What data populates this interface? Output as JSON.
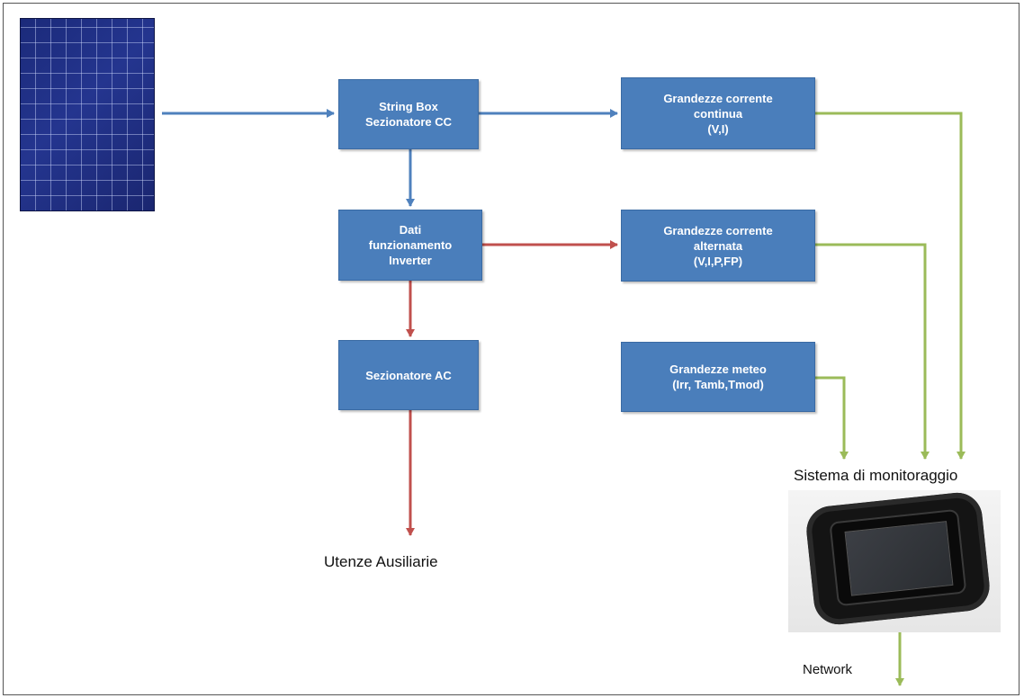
{
  "colors": {
    "box_fill": "#4a7ebb",
    "dc_arrow": "#4f81bd",
    "ac_arrow": "#c0504d",
    "data_arrow": "#9bbb59"
  },
  "images": {
    "solar_panel": "solar-panel-image",
    "monitoring_device": "monitoring-device-image"
  },
  "boxes": {
    "string_box": [
      "String Box",
      "Sezionatore CC"
    ],
    "inverter": [
      "Dati",
      "funzionamento",
      "Inverter"
    ],
    "ac_disconnector": [
      "Sezionatore AC"
    ],
    "dc_quantities": [
      "Grandezze corrente",
      "continua",
      "(V,I)"
    ],
    "ac_quantities": [
      "Grandezze corrente",
      "alternata",
      "(V,I,P,FP)"
    ],
    "weather": [
      "Grandezze meteo",
      "(Irr, Tamb,Tmod)"
    ]
  },
  "labels": {
    "aux_loads": "Utenze Ausiliarie",
    "monitoring_system": "Sistema di monitoraggio",
    "network": "Network"
  }
}
